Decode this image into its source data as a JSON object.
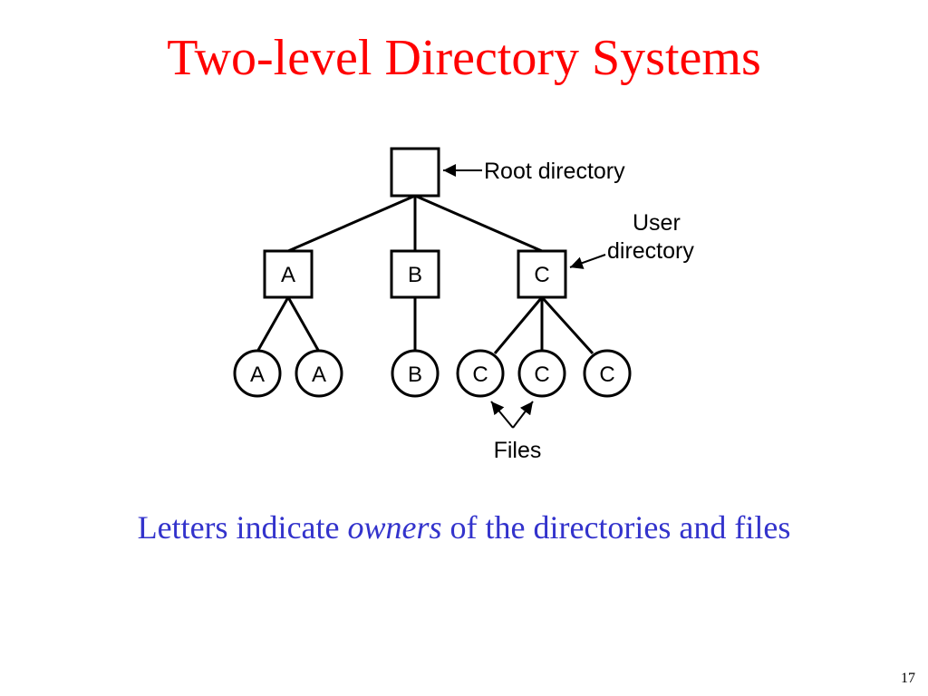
{
  "title": "Two-level Directory Systems",
  "diagram": {
    "root_label": "Root directory",
    "user_label_line1": "User",
    "user_label_line2": "directory",
    "files_label": "Files",
    "user_directories": [
      "A",
      "B",
      "C"
    ],
    "files": [
      "A",
      "A",
      "B",
      "C",
      "C",
      "C"
    ]
  },
  "caption": {
    "before": "Letters indicate ",
    "emphasis": "owners",
    "after": " of the directories and files"
  },
  "page_number": "17",
  "colors": {
    "title": "#ff0000",
    "caption": "#3333cc"
  }
}
